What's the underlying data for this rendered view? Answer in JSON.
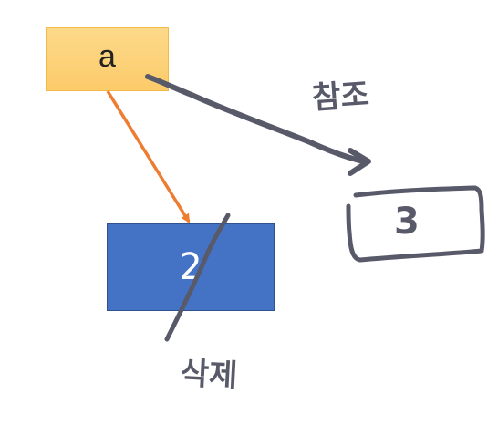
{
  "variable": {
    "name": "a"
  },
  "old_value": {
    "label": "2"
  },
  "new_value": {
    "label": "3"
  },
  "notes": {
    "reference": "참조",
    "deleted": "삭제"
  },
  "colors": {
    "variable_fill": "#fcd47a",
    "old_value_fill": "#4472c4",
    "old_arrow": "#ed7d31",
    "handwriting": "#585a6a"
  }
}
